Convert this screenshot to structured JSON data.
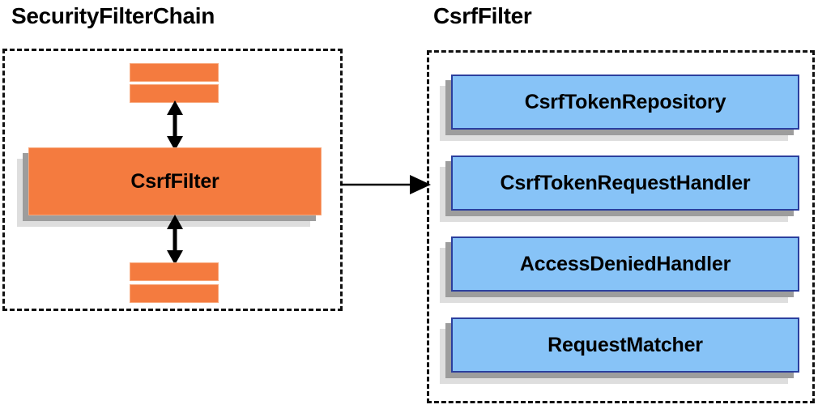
{
  "diagram": {
    "background_color": "#ffffff",
    "orange_fill": "#f47b3f",
    "orange_border": "#f8a87c",
    "blue_fill": "#87c3f7",
    "blue_border": "#2b3f9e",
    "shadow_mid_color": "#9d9d9d",
    "shadow_back_color": "#dedede",
    "panel_border_color": "#111111",
    "arrow_color": "#000000"
  },
  "left_panel": {
    "title": "SecurityFilterChain",
    "main_box": {
      "label": "CsrfFilter"
    },
    "stubs_top": [
      {
        "label": ""
      },
      {
        "label": ""
      }
    ],
    "stubs_bottom": [
      {
        "label": ""
      },
      {
        "label": ""
      }
    ],
    "arrow_up_label": "",
    "arrow_down_label": ""
  },
  "right_panel": {
    "title": "CsrfFilter",
    "boxes": [
      {
        "label": "CsrfTokenRepository"
      },
      {
        "label": "CsrfTokenRequestHandler"
      },
      {
        "label": "AccessDeniedHandler"
      },
      {
        "label": "RequestMatcher"
      }
    ]
  },
  "connector": {
    "label": "",
    "from": "SecurityFilterChain",
    "to": "CsrfFilter"
  }
}
